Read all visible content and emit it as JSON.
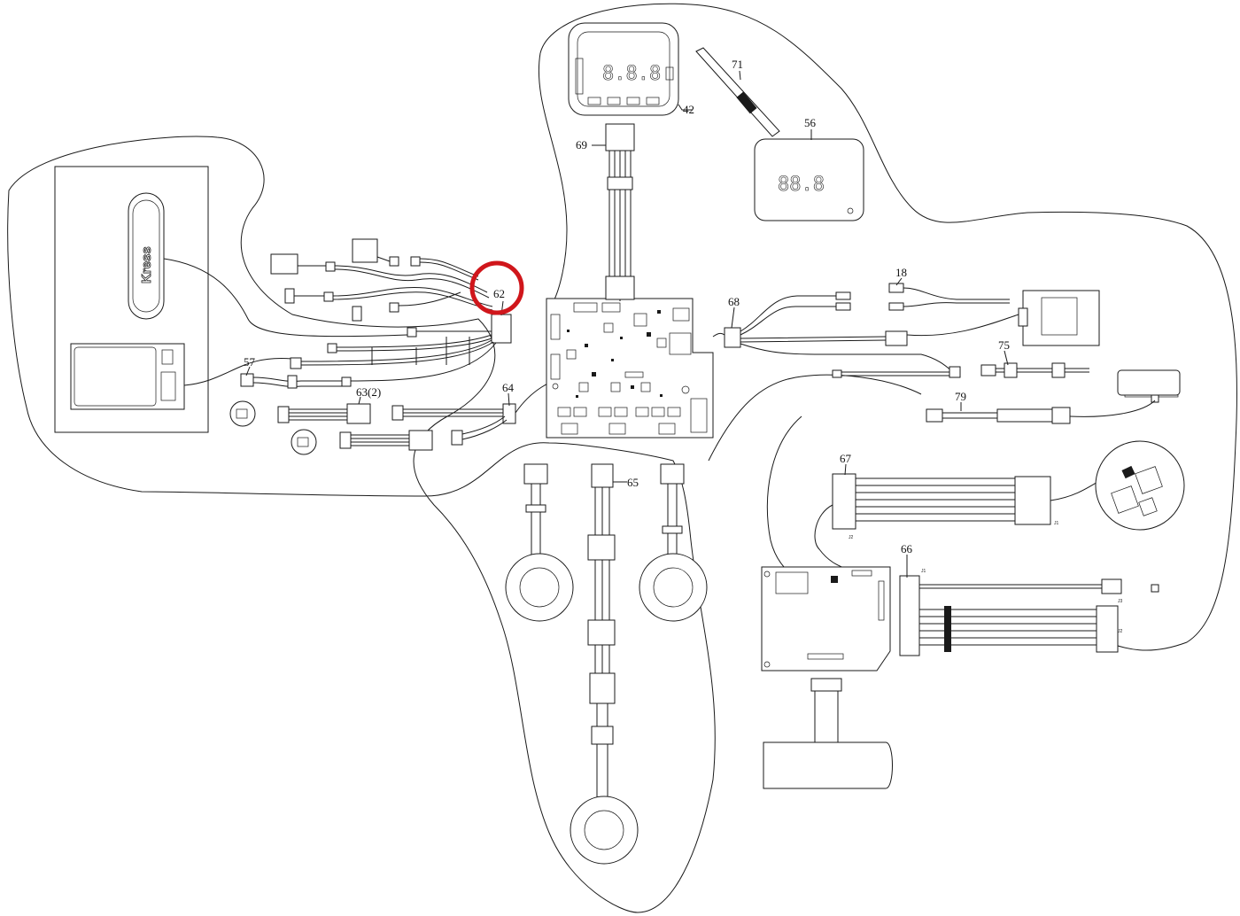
{
  "diagram": {
    "brand_text": "Kress",
    "highlight_color": "#d0161b",
    "line_color": "#1a1a1a",
    "parts": [
      {
        "id": "p42",
        "label": "42"
      },
      {
        "id": "p71",
        "label": "71"
      },
      {
        "id": "p56",
        "label": "56"
      },
      {
        "id": "p69",
        "label": "69"
      },
      {
        "id": "p62",
        "label": "62"
      },
      {
        "id": "p68",
        "label": "68"
      },
      {
        "id": "p18",
        "label": "18"
      },
      {
        "id": "p75",
        "label": "75"
      },
      {
        "id": "p57",
        "label": "57"
      },
      {
        "id": "p64",
        "label": "64"
      },
      {
        "id": "p63",
        "label": "63(2)"
      },
      {
        "id": "p79",
        "label": "79"
      },
      {
        "id": "p65",
        "label": "65"
      },
      {
        "id": "p67",
        "label": "67"
      },
      {
        "id": "p66",
        "label": "66"
      }
    ],
    "connector_tags": [
      "J1",
      "J2",
      "J1",
      "J2",
      "J3"
    ]
  }
}
